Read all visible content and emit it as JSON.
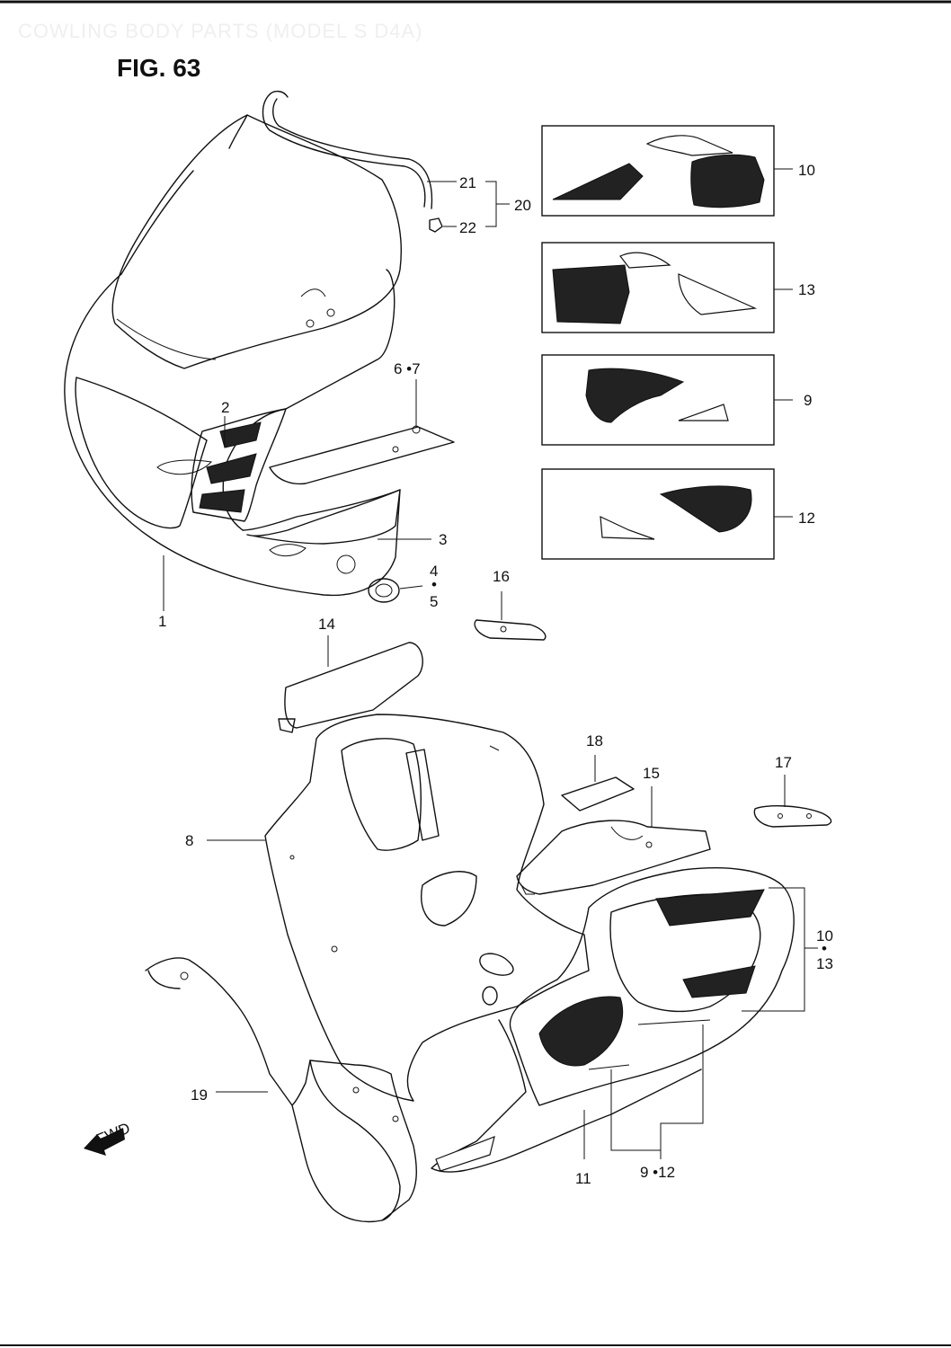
{
  "header": {
    "watermark": "COWLING BODY PARTS (MODEL S D4A)",
    "figure_title": "FIG. 63"
  },
  "fwd_marker": "FWD",
  "callouts": {
    "c1": "1",
    "c2": "2",
    "c3": "3",
    "c4": "4",
    "c4_dot": "•",
    "c5": "5",
    "c6_7": "6 •7",
    "c8": "8",
    "c9": "9",
    "c10": "10",
    "c11": "11",
    "c12": "12",
    "c13": "13",
    "c14": "14",
    "c15": "15",
    "c16": "16",
    "c17": "17",
    "c18": "18",
    "c19": "19",
    "c20": "20",
    "c21": "21",
    "c22": "22",
    "c10_13_top": "10",
    "c10_13_dot": "•",
    "c10_13_bottom": "13",
    "c9_12": "9 •12"
  },
  "colors": {
    "line": "#111111",
    "background": "#ffffff",
    "watermark": "#efefef"
  }
}
